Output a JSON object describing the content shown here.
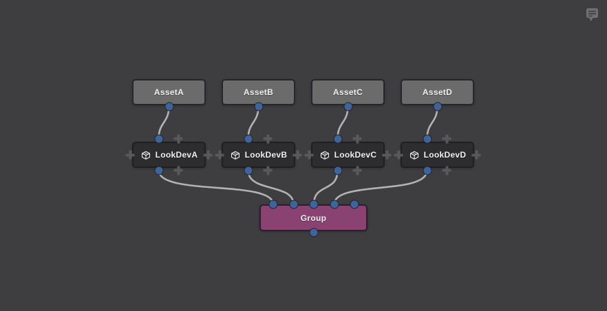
{
  "canvas": {
    "name": "node-graph-canvas"
  },
  "colors": {
    "background": "#3e3e40",
    "asset_node": "#6b6b6b",
    "lookdev_node": "#2d2d2f",
    "group_node": "#8a4273",
    "port": "#3e649b",
    "wire": "#b3b3b3",
    "plus_icon": "#59595b",
    "node_text": "#efefef"
  },
  "icons": {
    "annotation": "comment-bubble-icon",
    "lookdev": "open-box-icon",
    "plus": "plus-icon"
  },
  "nodes": {
    "assets": [
      {
        "label": "AssetA"
      },
      {
        "label": "AssetB"
      },
      {
        "label": "AssetC"
      },
      {
        "label": "AssetD"
      }
    ],
    "lookdevs": [
      {
        "label": "LookDevA"
      },
      {
        "label": "LookDevB"
      },
      {
        "label": "LookDevC"
      },
      {
        "label": "LookDevD"
      }
    ],
    "group": {
      "label": "Group",
      "input_ports": 5,
      "connected_inputs": 4,
      "output_ports": 1
    }
  },
  "edges": [
    {
      "from": "AssetA.out",
      "to": "LookDevA.in"
    },
    {
      "from": "AssetB.out",
      "to": "LookDevB.in"
    },
    {
      "from": "AssetC.out",
      "to": "LookDevC.in"
    },
    {
      "from": "AssetD.out",
      "to": "LookDevD.in"
    },
    {
      "from": "LookDevA.out",
      "to": "Group.in0"
    },
    {
      "from": "LookDevB.out",
      "to": "Group.in1"
    },
    {
      "from": "LookDevC.out",
      "to": "Group.in2"
    },
    {
      "from": "LookDevD.out",
      "to": "Group.in3"
    }
  ]
}
